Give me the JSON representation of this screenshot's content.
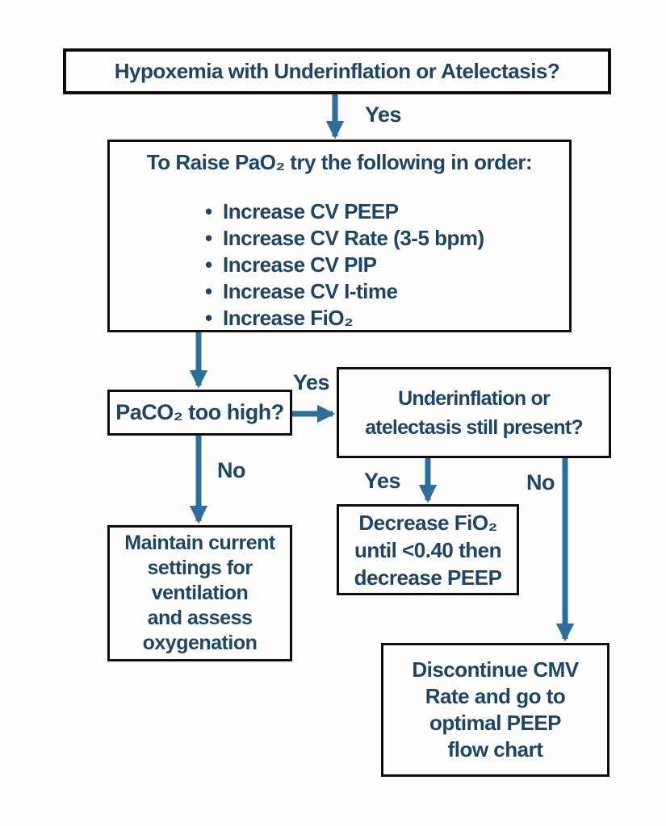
{
  "palette": {
    "arrow_blue": "#2E6E9C",
    "text_navy": "#1D4566",
    "box_border": "#0E0E0E",
    "background": "#FDFDFD"
  },
  "nodes": {
    "start": {
      "text": "Hypoxemia with Underinflation or Atelectasis?"
    },
    "raise": {
      "heading": "To Raise PaO₂ try the following in order:",
      "bullet_marker": "•",
      "bullets": [
        "Increase CV PEEP",
        "Increase CV Rate (3-5 bpm)",
        "Increase CV PIP",
        "Increase CV I-time",
        "Increase FiO₂"
      ]
    },
    "paco2": {
      "text": "PaCO₂ too high?"
    },
    "under": {
      "lines": [
        "Underinflation or",
        "atelectasis still present?"
      ]
    },
    "maintain": {
      "lines": [
        "Maintain current",
        "settings for",
        "ventilation",
        "and assess",
        "oxygenation"
      ]
    },
    "decrease": {
      "lines": [
        "Decrease FiO₂",
        "until <0.40 then",
        "decrease PEEP"
      ]
    },
    "discontinue": {
      "lines": [
        "Discontinue CMV",
        "Rate and go to",
        "optimal PEEP",
        "flow chart"
      ]
    }
  },
  "edge_labels": {
    "start_to_raise": "Yes",
    "paco2_to_under": "Yes",
    "paco2_to_maintain": "No",
    "under_to_decrease": "Yes",
    "under_to_discontinue": "No"
  }
}
